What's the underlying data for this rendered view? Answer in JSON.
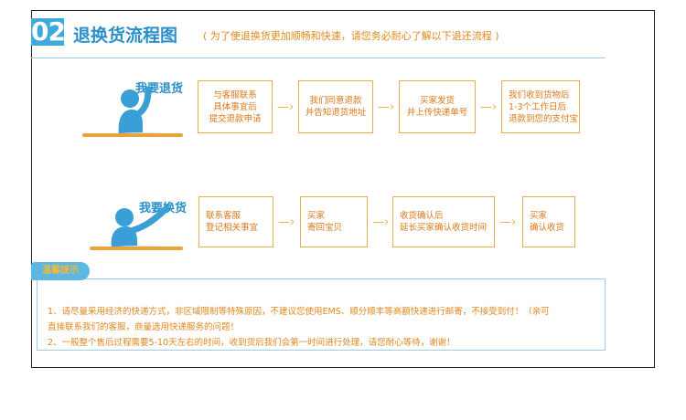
{
  "header": {
    "number": "02",
    "title": "退换货流程图",
    "subtitle": "( 为了使退换货更加顺畅和快速，请您务必耐心了解以下退还流程 )"
  },
  "return_flow": {
    "label": "我要退货",
    "steps": [
      [
        "与客服联系",
        "具体事宜后",
        "提交退款申请"
      ],
      [
        "我们同意退款",
        "并告知退货地址"
      ],
      [
        "买家发货",
        "并上传快递单号"
      ],
      [
        "我们收到货物后",
        "1-3个工作日后",
        "退款到您的支付宝"
      ]
    ]
  },
  "exchange_flow": {
    "label": "我要换货",
    "steps": [
      [
        "联系客服",
        "登记相关事宜"
      ],
      [
        "买家",
        "寄回宝贝"
      ],
      [
        "收货确认后",
        "延长买家确认收货时间"
      ],
      [
        "买家",
        "确认收货"
      ]
    ]
  },
  "arrow_glyph": "—›",
  "notice": {
    "tab": "温馨提示",
    "line1": "1、请尽量采用经济的快递方式，非区域限制等特殊原因，不建议您使用EMS、顺分顺丰等高额快递进行邮寄，不接受到付！（亲可",
    "line2": "直接联系我们的客服，商量选用快递服务的问题！",
    "line3": "2、一般整个售后过程需要5-10天左右的时间，收到货后我们会第一时间进行处理，请您耐心等待，谢谢！"
  },
  "colors": {
    "accent_blue": "#3fa9dc",
    "accent_orange": "#e08a1a",
    "box_border": "#e7ad4c"
  }
}
